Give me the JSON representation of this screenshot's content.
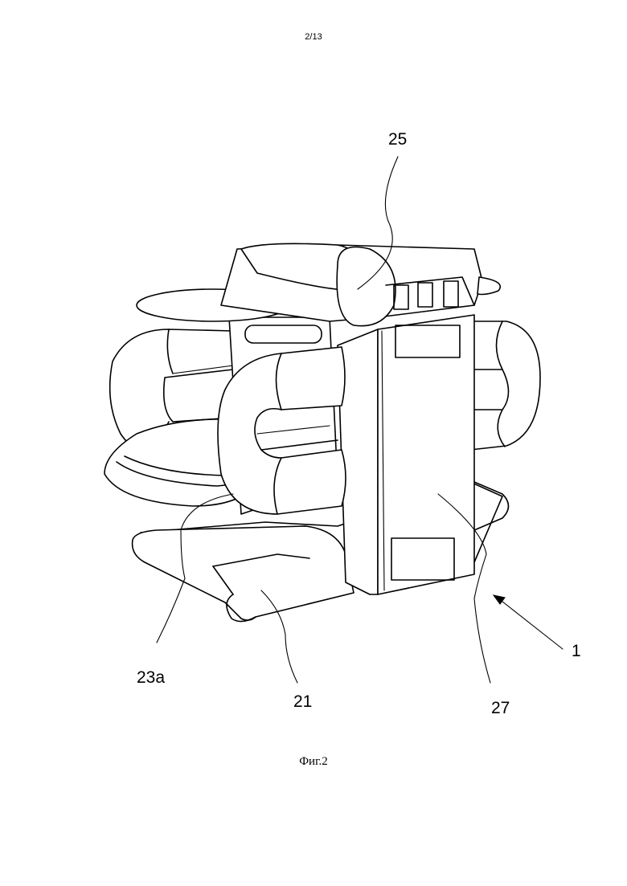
{
  "page_number": "2/13",
  "figure_caption": "Фиг.2",
  "reference_labels": {
    "label_25": "25",
    "label_23a": "23a",
    "label_21": "21",
    "label_27": "27",
    "label_1": "1"
  }
}
